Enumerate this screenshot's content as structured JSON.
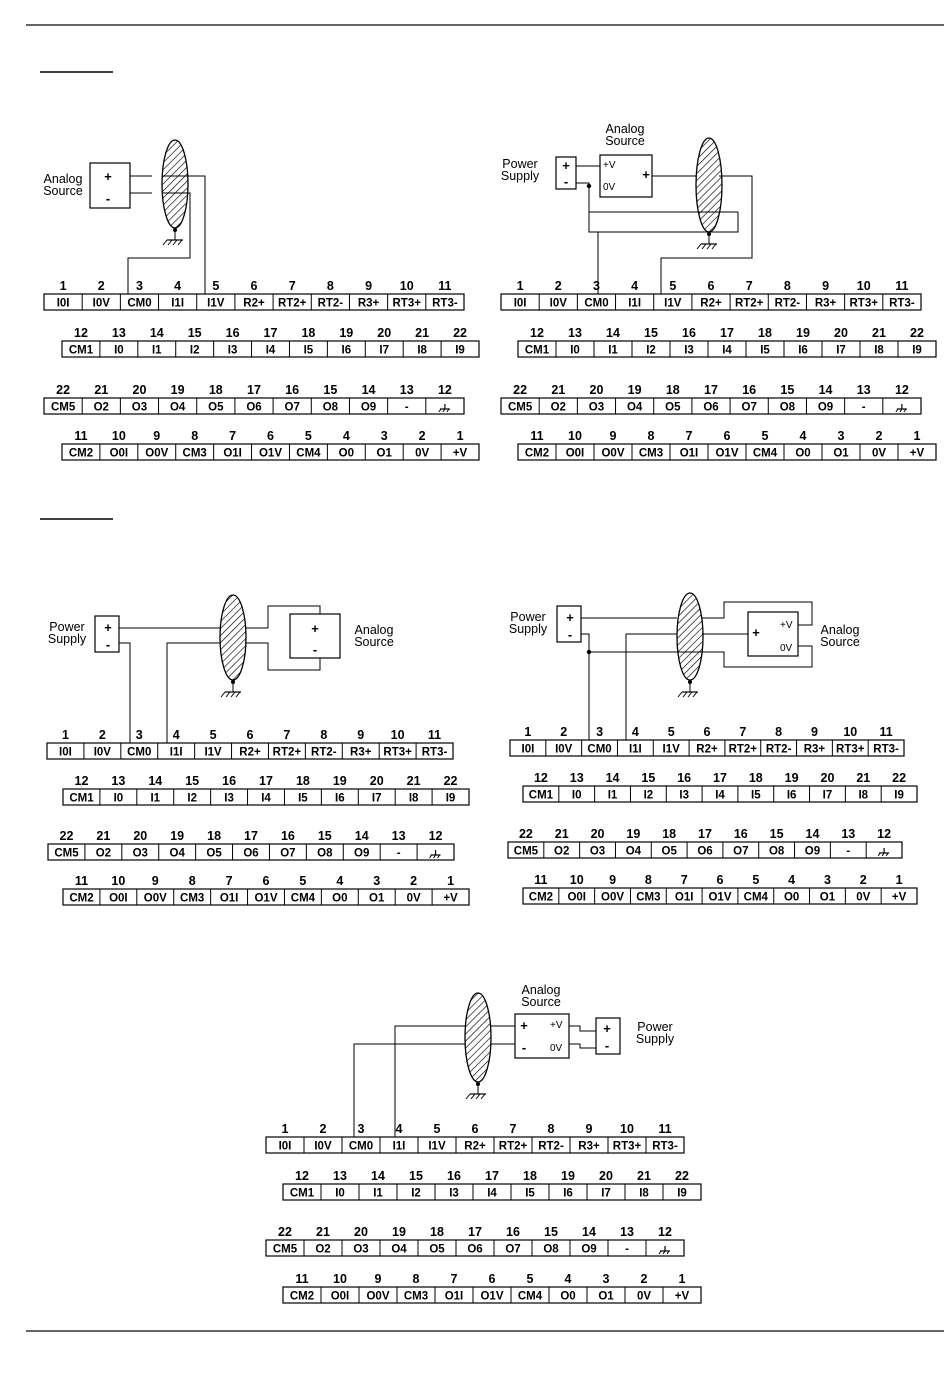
{
  "labels": {
    "analog": "Analog",
    "source": "Source",
    "power": "Power",
    "supply": "Supply",
    "plus": "+",
    "minus": "-",
    "plus_v": "+V",
    "zero_v": "0V"
  },
  "terminal_rows": [
    {
      "numbers": [
        "1",
        "2",
        "3",
        "4",
        "5",
        "6",
        "7",
        "8",
        "9",
        "10",
        "11"
      ],
      "labels": [
        "I0I",
        "I0V",
        "CM0",
        "I1I",
        "I1V",
        "R2+",
        "RT2+",
        "RT2-",
        "R3+",
        "RT3+",
        "RT3-"
      ]
    },
    {
      "numbers": [
        "12",
        "13",
        "14",
        "15",
        "16",
        "17",
        "18",
        "19",
        "20",
        "21",
        "22"
      ],
      "labels": [
        "CM1",
        "I0",
        "I1",
        "I2",
        "I3",
        "I4",
        "I5",
        "I6",
        "I7",
        "I8",
        "I9"
      ]
    },
    {
      "numbers": [
        "22",
        "21",
        "20",
        "19",
        "18",
        "17",
        "16",
        "15",
        "14",
        "13",
        "12"
      ],
      "labels": [
        "CM5",
        "O2",
        "O3",
        "O4",
        "O5",
        "O6",
        "O7",
        "O8",
        "O9",
        "-",
        ""
      ]
    },
    {
      "numbers": [
        "11",
        "10",
        "9",
        "8",
        "7",
        "6",
        "5",
        "4",
        "3",
        "2",
        "1"
      ],
      "labels": [
        "CM2",
        "O0I",
        "O0V",
        "CM3",
        "O1I",
        "O1V",
        "CM4",
        "O0",
        "O1",
        "0V",
        "+V"
      ]
    }
  ],
  "colors": {
    "ink": "#000000",
    "paper": "#ffffff",
    "rule": "#333333"
  }
}
